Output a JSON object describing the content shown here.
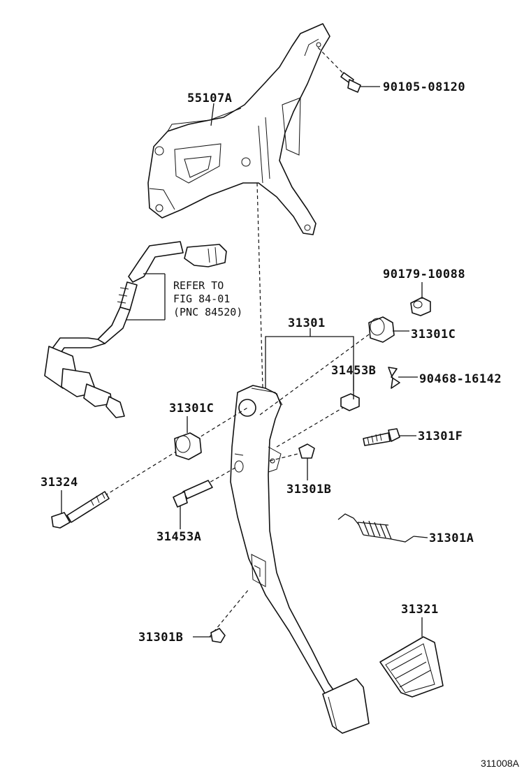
{
  "callouts": {
    "bracket": "55107A",
    "bolt_top": "90105-08120",
    "nut": "90179-10088",
    "pedal_assy": "31301",
    "bushing_right": "31301C",
    "collar": "31453B",
    "clip": "90468-16142",
    "bushing_left": "31301C",
    "bolt_small": "31301F",
    "pivot_bolt": "31324",
    "cushion_upper": "31301B",
    "pin": "31453A",
    "spring": "31301A",
    "cushion_lower": "31301B",
    "pad": "31321"
  },
  "refer_note": {
    "line1": "REFER TO",
    "line2": "FIG 84-01",
    "line3": "(PNC 84520)"
  },
  "figure_code": "311008A"
}
